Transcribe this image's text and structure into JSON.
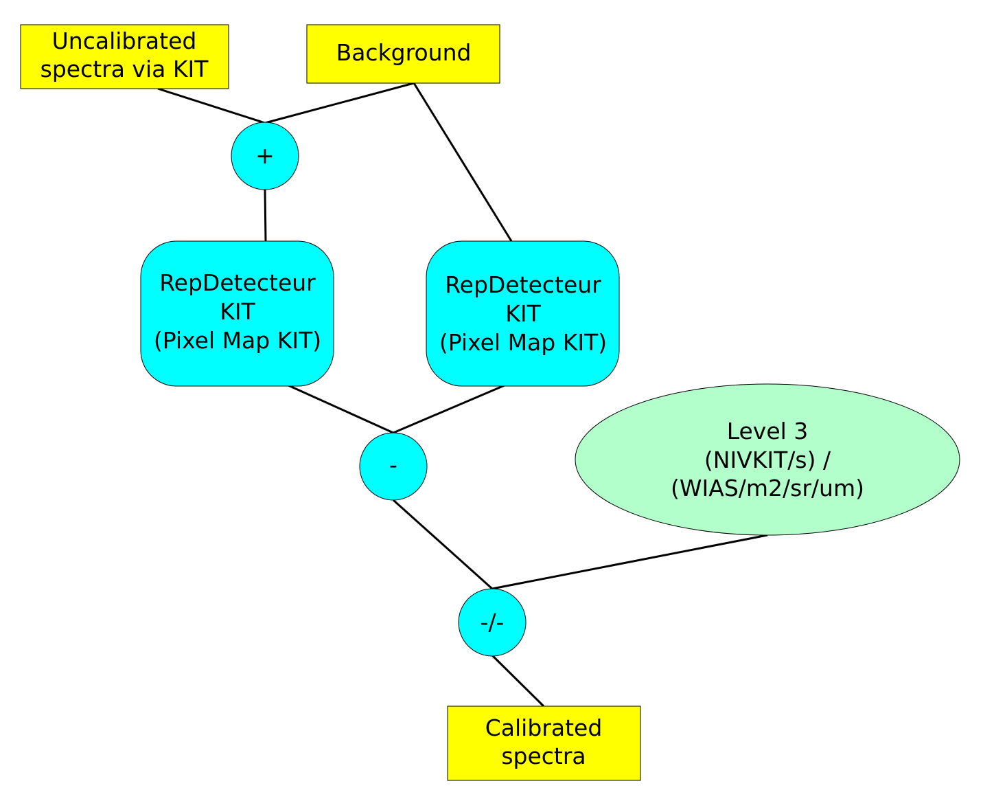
{
  "colors": {
    "input_box": "#ffff00",
    "operator": "#00ffff",
    "process": "#00ffff",
    "constant": "#b3ffcc",
    "stroke": "#000000"
  },
  "nodes": {
    "uncalibrated": {
      "lines": [
        "Uncalibrated",
        "spectra via KIT"
      ]
    },
    "background": {
      "lines": [
        "Background"
      ]
    },
    "op_plus": {
      "lines": [
        "+"
      ]
    },
    "repdet_left": {
      "lines": [
        "RepDetecteur",
        "KIT",
        "(Pixel Map KIT)"
      ]
    },
    "repdet_right": {
      "lines": [
        "RepDetecteur",
        "KIT",
        "(Pixel Map KIT)"
      ]
    },
    "op_minus": {
      "lines": [
        "-"
      ]
    },
    "level3": {
      "lines": [
        "Level 3",
        "(NIVKIT/s) /",
        "(WIAS/m2/sr/um)"
      ]
    },
    "op_divide": {
      "lines": [
        "-/-"
      ]
    },
    "calibrated": {
      "lines": [
        "Calibrated",
        "spectra"
      ]
    }
  },
  "edges": [
    [
      "uncalibrated",
      "op_plus"
    ],
    [
      "background",
      "op_plus"
    ],
    [
      "background",
      "repdet_right"
    ],
    [
      "op_plus",
      "repdet_left"
    ],
    [
      "repdet_left",
      "op_minus"
    ],
    [
      "repdet_right",
      "op_minus"
    ],
    [
      "op_minus",
      "op_divide"
    ],
    [
      "level3",
      "op_divide"
    ],
    [
      "op_divide",
      "calibrated"
    ]
  ]
}
